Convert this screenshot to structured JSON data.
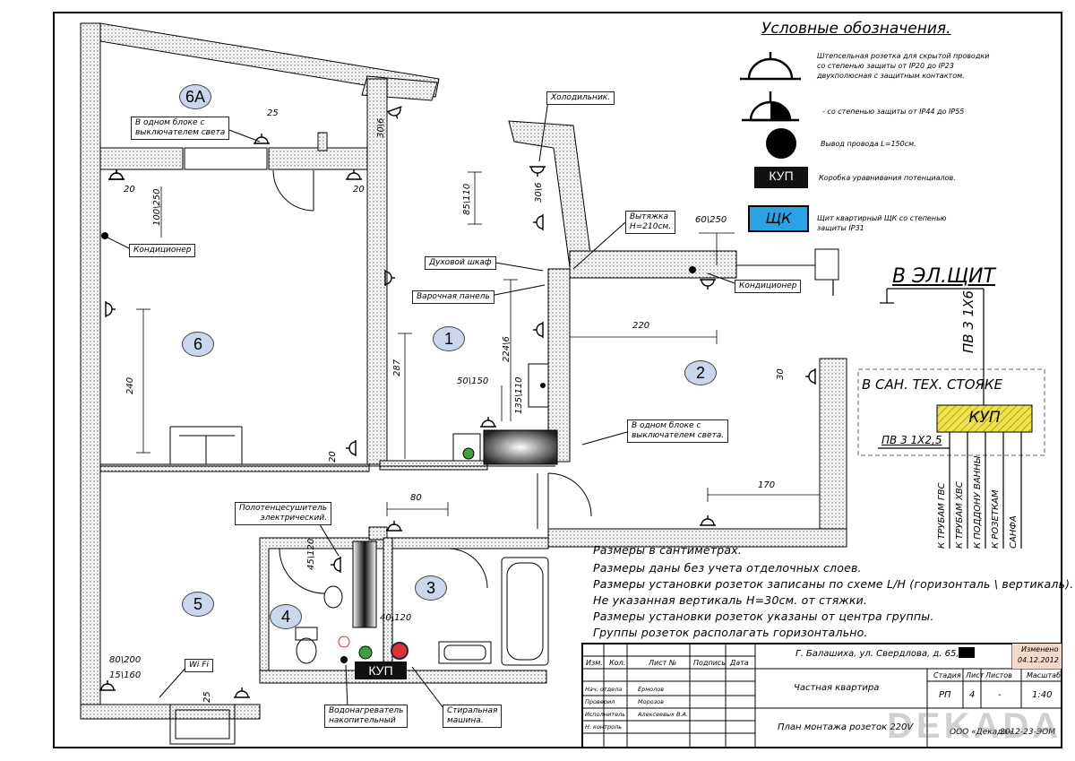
{
  "legend": {
    "title": "Условные обозначения.",
    "items": [
      {
        "icon": "socket-ip20-icon",
        "text_lines": [
          "Штепсельная розетка для скрытой проводки",
          "со степенью защиты от IP20 до IP23",
          "двухполюсная с защитным контактом."
        ]
      },
      {
        "icon": "socket-ip44-icon",
        "text_lines": [
          "- со степенью защиты от IP44 до IP55"
        ]
      },
      {
        "icon": "wire-outlet-icon",
        "text_lines": [
          "Вывод провода L=150см."
        ]
      },
      {
        "icon": "kup-box-icon",
        "badge": "КУП",
        "text_lines": [
          "Коробка уравнивания потенциалов."
        ]
      },
      {
        "icon": "panel-shk-icon",
        "badge": "ЩК",
        "text_lines": [
          "Щит квартирный ЩК со степенью",
          "защиты IP31"
        ]
      }
    ]
  },
  "rooms": [
    {
      "id": "6A"
    },
    {
      "id": "6"
    },
    {
      "id": "1"
    },
    {
      "id": "2"
    },
    {
      "id": "3"
    },
    {
      "id": "4"
    },
    {
      "id": "5"
    }
  ],
  "callouts": {
    "switch_block_6a": [
      "В одном блоке с",
      "выключателем света"
    ],
    "fridge": "Холодильник.",
    "hood": [
      "Вытяжка",
      "Н=210см."
    ],
    "oven": "Духовой шкаф",
    "hob": "Варочная панель",
    "ac_6": "Кондиционер",
    "ac_2": "Кондиционер",
    "switch_block_1": [
      "В одном блоке с",
      "выключателем света."
    ],
    "towel": [
      "Полотенцесушитель",
      "электрический."
    ],
    "wifi": "Wi Fi",
    "water_heater": [
      "Водонагреватель",
      "накопительный"
    ],
    "washer": [
      "Стиральная",
      "машина."
    ],
    "kup_bath": "КУП"
  },
  "dimensions": {
    "d25a": "25",
    "d30_6a": "30\\6",
    "d20a": "20",
    "d100_250": "100\\250",
    "d20b": "20",
    "d85_110": "85\\110",
    "d30_6b": "30\\6",
    "d60_250": "60\\250",
    "d220": "220",
    "d240": "240",
    "d287": "287",
    "d50_150": "50\\150",
    "d224_6": "224\\6",
    "d135_110": "135\\110",
    "d30": "30",
    "d20c": "20",
    "d170": "170",
    "d80": "80",
    "d45_120": "45\\120",
    "d40_120": "40\\120",
    "d80_200": "80\\200",
    "d15_160": "15\\160",
    "d25b": "25"
  },
  "riser": {
    "title": "В ЭЛ.ЩИТ",
    "cable_main": "ПВ 3 1Х6",
    "box_label": "В САН. ТЕХ. СТОЯКЕ",
    "kup": "КУП",
    "cable_in": "ПВ 3 1Х2,5",
    "branches": [
      "К ТРУБАМ ГВС",
      "К ТРУБАМ ХВС",
      "К ПОДДОНУ ВАННЫ",
      "К РОЗЕТКАМ",
      "САНФА"
    ]
  },
  "notes": [
    "Размеры в сантиметрах.",
    "Размеры даны без учета отделочных слоев.",
    "Размеры установки розеток записаны по схеме L/H (горизонталь \\ вертикаль).",
    "Не указанная вертикаль H=30см. от стяжки.",
    "Размеры установки розеток указаны от центра группы.",
    "Группы розеток располагать горизонтально."
  ],
  "title_block": {
    "address": "Г. Балашиха, ул. Свердлова, д. 65, кв.",
    "changed_label": "Изменено",
    "changed_date": "04.12.2012",
    "headers": [
      "Изм.",
      "Кол.",
      "Лист №",
      "Подпись",
      "Дата"
    ],
    "staff": [
      {
        "role": "Нач. отдела",
        "name": "Ермолов"
      },
      {
        "role": "Проверил",
        "name": "Морозов"
      },
      {
        "role": "Исполнитель",
        "name": "Алексеевых В.А."
      },
      {
        "role": "Н. контроль",
        "name": ""
      }
    ],
    "object": "Частная квартира",
    "sheet_title": "План монтажа розеток 220V",
    "stage_label": "Стадия",
    "sheet_label": "Лист",
    "sheets_label": "Листов",
    "scale_label": "Масштаб",
    "stage": "РП",
    "sheet": "4",
    "sheets": "-",
    "scale": "1:40",
    "org": "ООО «Декада»",
    "doc_code": "2012-23-ЭОМ",
    "watermark": "DEKADA"
  },
  "colors": {
    "ink": "#111111",
    "room_fill": "#c9d6ec",
    "kup_yellow": "#f0e24a",
    "shk_blue": "#29a3e6",
    "hatch": "#b7b7b7"
  }
}
